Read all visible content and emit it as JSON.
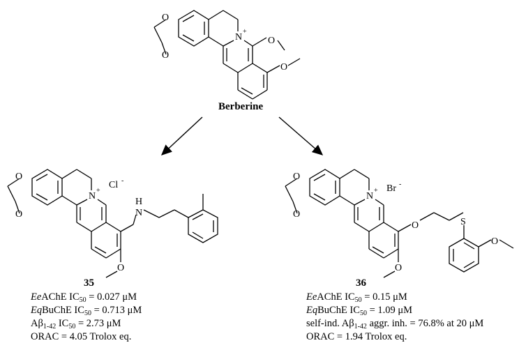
{
  "berberine": {
    "name": "Berberine",
    "cation": "N",
    "charge": "+"
  },
  "compound35": {
    "number": "35",
    "counterion": "Cl",
    "counterion_charge": "-",
    "amine_label": "N",
    "amine_h": "H",
    "lines": {
      "l1_prefix": "Ee",
      "l1_mid": "AChE IC",
      "l1_sub": "50",
      "l1_value": " =  0.027 μM",
      "l2_prefix": "Eq",
      "l2_mid": "BuChE IC",
      "l2_sub": "50",
      "l2_value": " =  0.713 μM",
      "l3_pre": "Aβ",
      "l3_sub": "1-42",
      "l3_mid": " IC",
      "l3_sub2": "50",
      "l3_value": " = 2.73 μM",
      "l4": "ORAC = 4.05 Trolox eq."
    }
  },
  "compound36": {
    "number": "36",
    "counterion": "Br",
    "counterion_charge": "-",
    "sulfur_label": "S",
    "lines": {
      "l1_prefix": "Ee",
      "l1_mid": "AChE IC",
      "l1_sub": "50",
      "l1_value": " =  0.15 μM",
      "l2_prefix": "Eq",
      "l2_mid": "BuChE IC",
      "l2_sub": "50",
      "l2_value": " =  1.09 μM",
      "l3_pre": "self-ind. Aβ",
      "l3_sub": "1-42",
      "l3_value": " aggr. inh. = 76.8% at 20 μM",
      "l4": "ORAC = 1.94 Trolox eq."
    }
  },
  "atom_labels": {
    "oxygen": "O",
    "nitrogen": "N",
    "plus": "+"
  }
}
